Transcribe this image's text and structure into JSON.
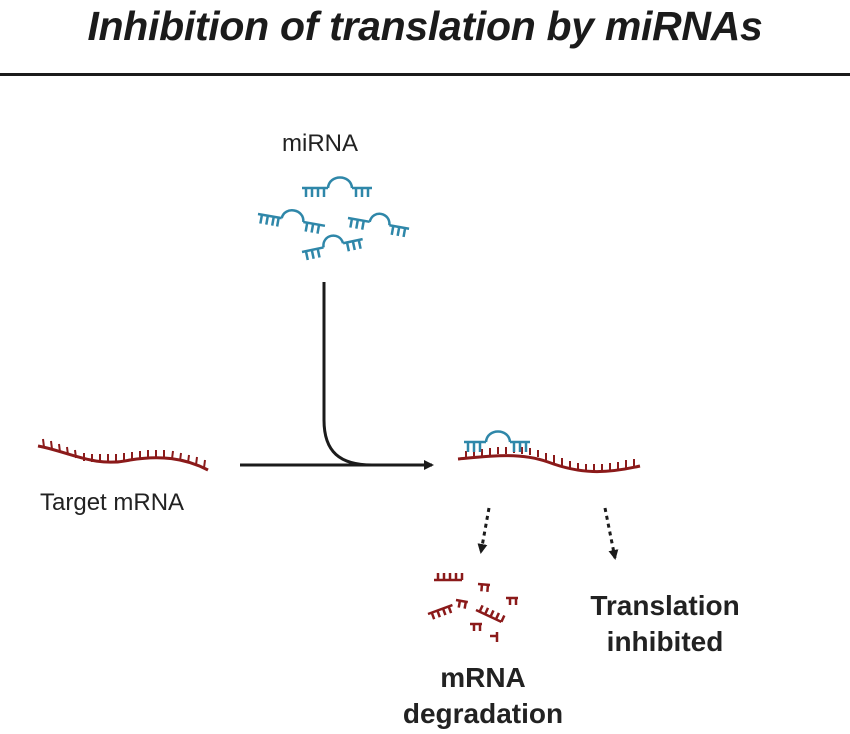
{
  "title": "Inhibition of translation by miRNAs",
  "labels": {
    "mirna": "miRNA",
    "target_mrna": "Target mRNA",
    "degradation_line1": "mRNA",
    "degradation_line2": "degradation",
    "inhibited_line1": "Translation",
    "inhibited_line2": "inhibited"
  },
  "colors": {
    "mirna": "#2f87a9",
    "mrna": "#8b1a1a",
    "arrow": "#1b1b1b",
    "text": "#1b1b1b"
  }
}
